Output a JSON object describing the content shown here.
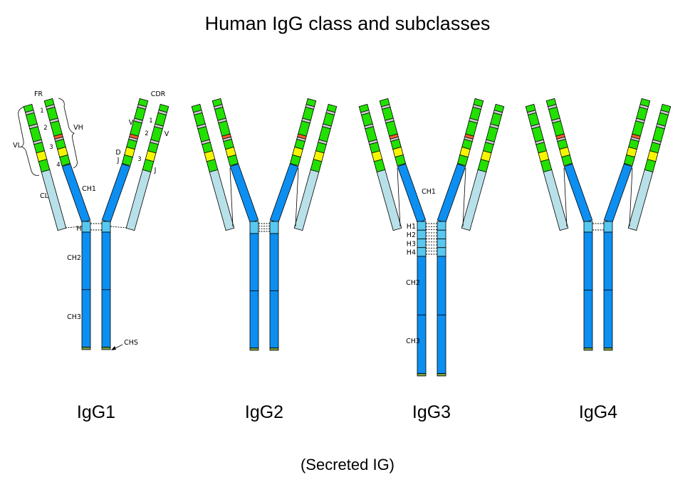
{
  "title": "Human IgG class and subclasses",
  "subtitle": "(Secreted IG)",
  "subclasses": [
    {
      "name": "IgG1",
      "hinge_bridges": 2,
      "hinge_labels": [
        "H"
      ]
    },
    {
      "name": "IgG2",
      "hinge_bridges": 4,
      "hinge_labels": []
    },
    {
      "name": "IgG3",
      "hinge_bridges": 11,
      "hinge_labels": [
        "H1",
        "H2",
        "H3",
        "H4"
      ]
    },
    {
      "name": "IgG4",
      "hinge_bridges": 2,
      "hinge_labels": []
    }
  ],
  "part_labels": {
    "fr": "FR",
    "cdr": "CDR",
    "vh": "VH",
    "vl": "VL",
    "cl": "CL",
    "ch1": "CH1",
    "ch2": "CH2",
    "ch3": "CH3",
    "chs": "CHS",
    "h": "H",
    "v": "V",
    "d": "D",
    "j": "J"
  },
  "region_numbers": [
    "1",
    "2",
    "3",
    "4"
  ],
  "colors": {
    "framework": "#22e000",
    "cdr": "#c8c8c8",
    "j_region": "#f5f500",
    "d_region": "#f06030",
    "heavy_constant": "#0c8ff0",
    "hinge": "#58c8f0",
    "light_constant": "#b8e0e8",
    "chs": "#7aa040"
  }
}
